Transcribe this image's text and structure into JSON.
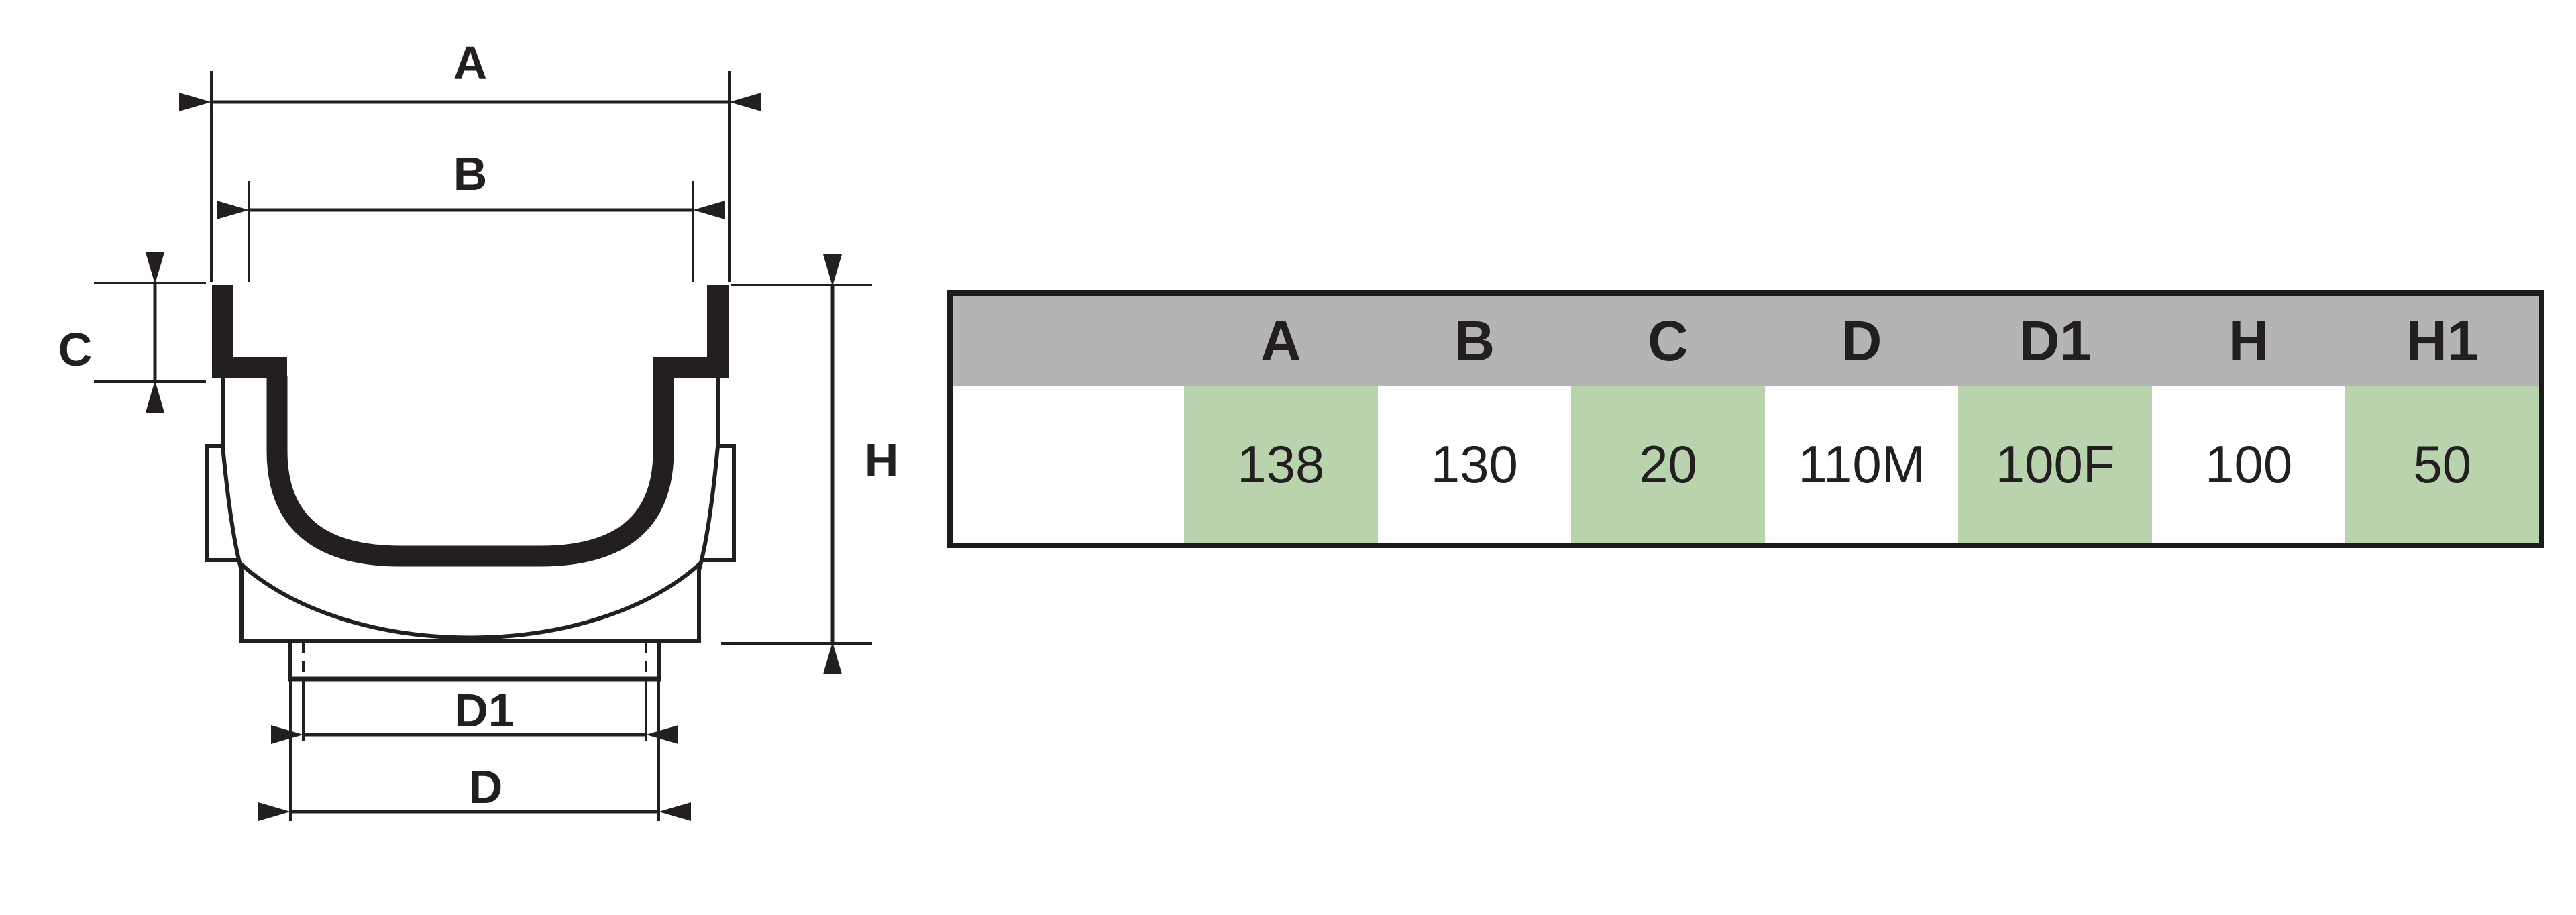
{
  "colors": {
    "ink": "#231f20",
    "table_border": "#1c1c1c",
    "header_gray": "#b4b4b6",
    "cell_green": "#b9d3ad",
    "paper": "#ffffff"
  },
  "diagram": {
    "labels": {
      "a": "A",
      "b": "B",
      "c": "C",
      "h": "H",
      "d1": "D1",
      "d": "D"
    }
  },
  "table": {
    "header": [
      "",
      "A",
      "B",
      "C",
      "D",
      "D1",
      "H",
      "H1"
    ],
    "row": [
      "",
      "138",
      "130",
      "20",
      "110M",
      "100F",
      "100",
      "50"
    ],
    "green_columns": [
      1,
      3,
      5,
      7
    ]
  }
}
